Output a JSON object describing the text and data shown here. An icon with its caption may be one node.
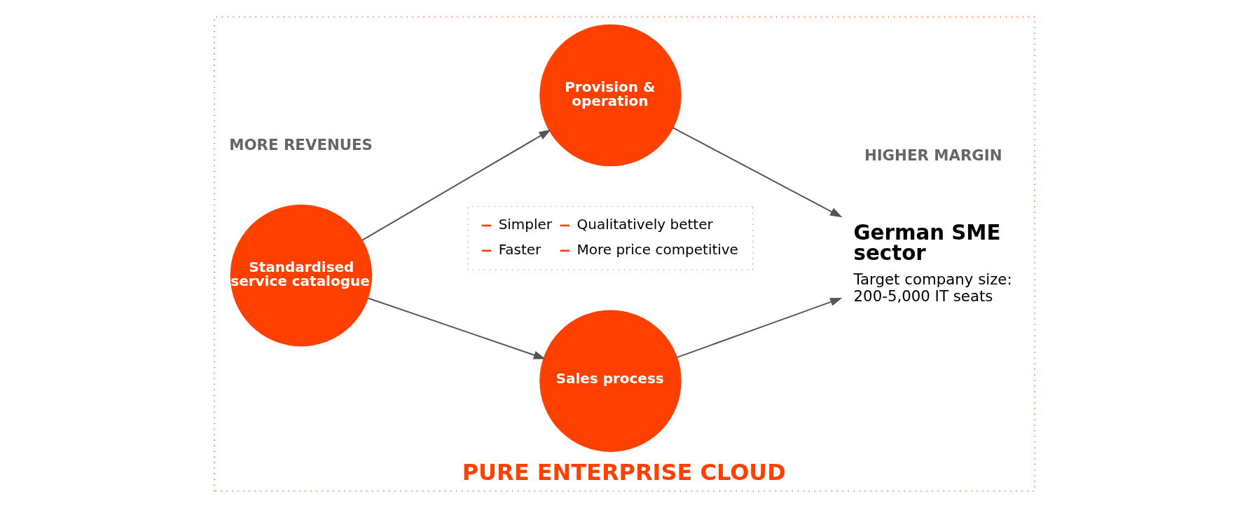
{
  "diagram": {
    "nodes": [
      {
        "text": [
          "PURE ENTERPRISE CLOUD"
        ]
      },
      {
        "text": [
          "Standardised service catalogue"
        ],
        "in": 0
      },
      {
        "text": [
          "Sales process"
        ],
        "in": 0
      },
      {
        "text": [
          "Provision & operation"
        ],
        "in": 0
      },
      {
        "text": [
          "German SME sector",
          "Target company size: 200-5,000 IT seats"
        ],
        "in": 0
      },
      {
        "text": [
          "Simpler",
          "Faster",
          "Qualitatively better",
          "More price competitive"
        ],
        "in": 0
      }
    ],
    "edges": [
      {
        "from": 1,
        "to": 2,
        "arrow": "to"
      },
      {
        "from": 1,
        "to": 3,
        "arrow": "to"
      },
      {
        "from": 2,
        "to": 4,
        "arrow": "to"
      },
      {
        "from": 3,
        "to": 4,
        "arrow": "to"
      }
    ],
    "labels": [
      "MORE REVENUES",
      "HIGHER MARGIN"
    ]
  }
}
